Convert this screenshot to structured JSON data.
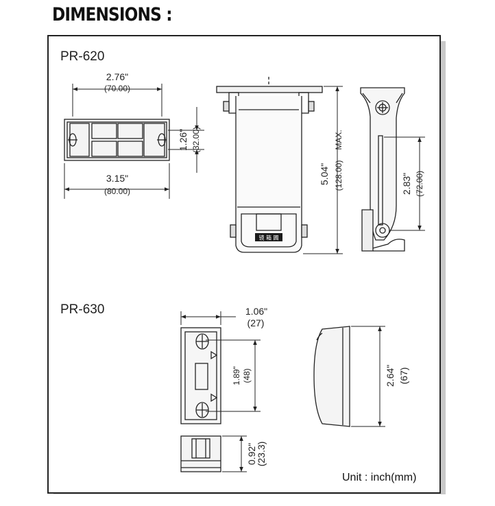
{
  "page_title": "DIMENSIONS :",
  "unit_note": "Unit : inch(mm)",
  "models": [
    {
      "name": "PR-620",
      "dimensions": {
        "top_width_in": "2.76\"",
        "top_width_mm": "(70.00)",
        "base_width_in": "3.15\"",
        "base_width_mm": "(80.00)",
        "hole_spacing_in": "1.26\"",
        "hole_spacing_mm": "(32.00)",
        "height_in": "5.04\"",
        "height_mm": "(128.00)",
        "height_note": "MAX.",
        "side_span_in": "2.83\"",
        "side_span_mm": "(72.00)"
      },
      "plate_text": "镜 箱 圃"
    },
    {
      "name": "PR-630",
      "dimensions": {
        "width_in": "1.06\"",
        "width_mm": "(27)",
        "hole_spacing_in": "1.89\"",
        "hole_spacing_mm": "(48)",
        "height_in": "2.64\"",
        "height_mm": "(67)",
        "depth_in": "0.92\"",
        "depth_mm": "(23.3)"
      }
    }
  ],
  "colors": {
    "line": "#222222",
    "shadow": "#c8c8c8",
    "part_fill": "#e6e6e6",
    "plate": "#1a1a1a"
  }
}
